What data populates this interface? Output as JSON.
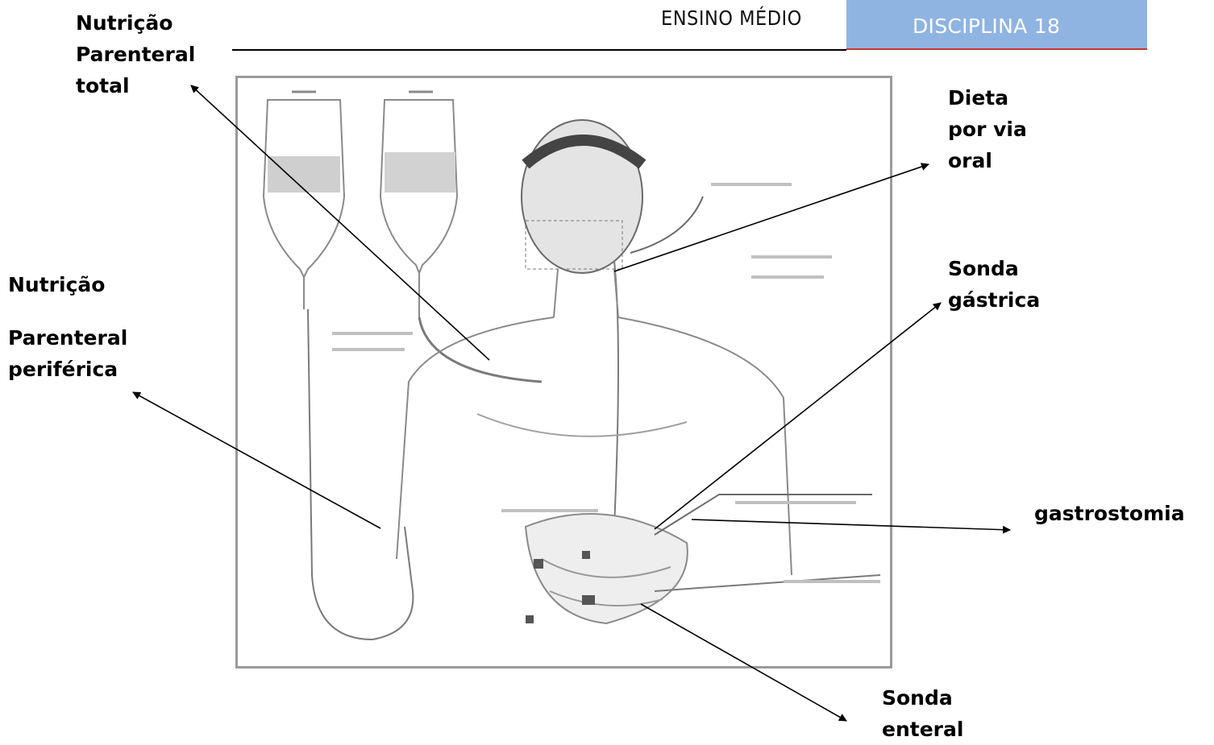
{
  "header": {
    "level": "ENSINO MÉDIO",
    "discipline": "DISCIPLINA 18"
  },
  "labels": {
    "npt_line1": "Nutrição",
    "npt_line2": "Parenteral",
    "npt_line3": "total",
    "npp_line1": "Nutrição",
    "npp_line2": "Parenteral",
    "npp_line3": "periférica",
    "oral_line1": "Dieta",
    "oral_line2": "por via",
    "oral_line3": "oral",
    "gastric_line1": "Sonda",
    "gastric_line2": "gástrica",
    "gastrostomy": "gastrostomia",
    "enteral_line1": "Sonda",
    "enteral_line2": "enteral"
  },
  "colors": {
    "tab_bg": "#8fb4e2",
    "tab_border": "#c0392b",
    "tab_text": "#ffffff"
  }
}
